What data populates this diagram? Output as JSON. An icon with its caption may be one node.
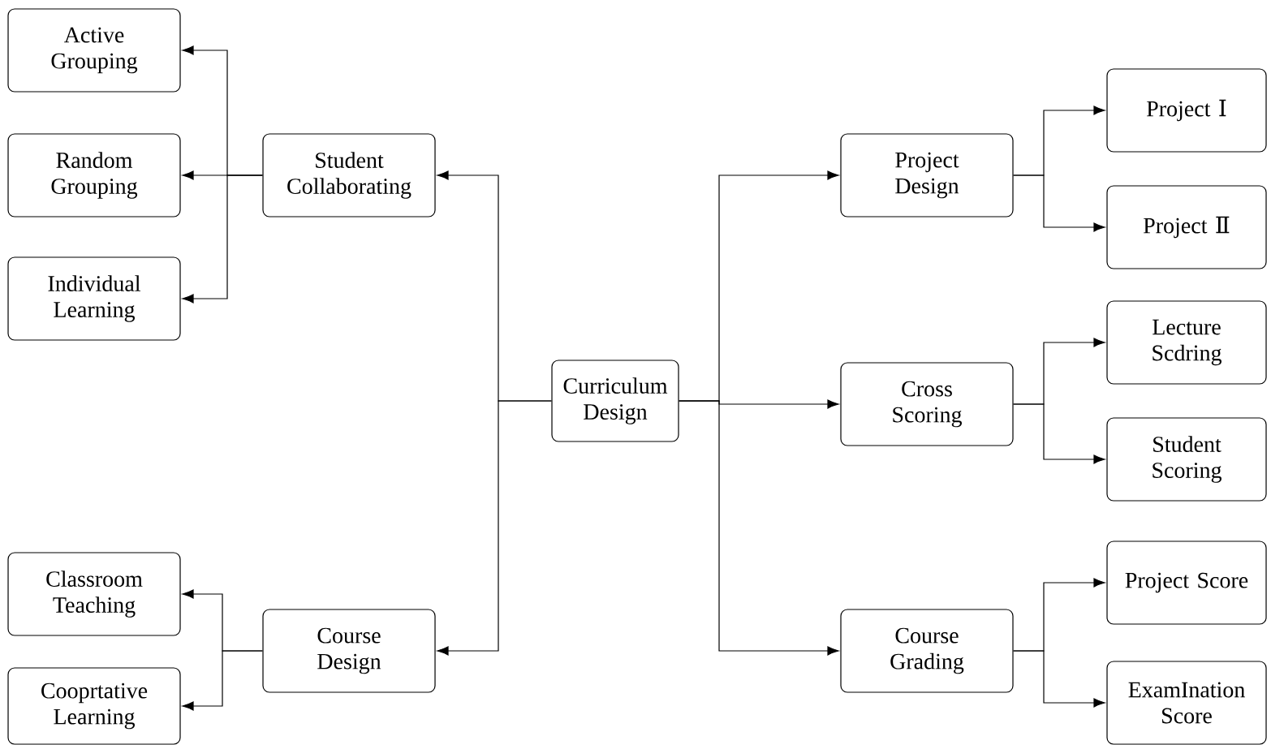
{
  "diagram": {
    "nodes": [
      {
        "text": [
          "Curriculum Design"
        ]
      },
      {
        "text": [
          "Student Collaborating"
        ]
      },
      {
        "text": [
          "Active Grouping"
        ]
      },
      {
        "text": [
          "Random Grouping"
        ]
      },
      {
        "text": [
          "Individual Learning"
        ]
      },
      {
        "text": [
          "Course Design"
        ]
      },
      {
        "text": [
          "Classroom Teaching"
        ]
      },
      {
        "text": [
          "Cooprtative Learning"
        ]
      },
      {
        "text": [
          "Project Design"
        ]
      },
      {
        "text": [
          "Project Ⅰ"
        ]
      },
      {
        "text": [
          "Project Ⅱ"
        ]
      },
      {
        "text": [
          "Cross Scoring"
        ]
      },
      {
        "text": [
          "Lecture Scdring"
        ]
      },
      {
        "text": [
          "Student Scoring"
        ]
      },
      {
        "text": [
          "Course Grading"
        ]
      },
      {
        "text": [
          "Project Score"
        ]
      },
      {
        "text": [
          "ExamInation Score"
        ]
      }
    ],
    "edges": [
      {
        "from": 0,
        "to": 1,
        "arrow": "to"
      },
      {
        "from": 0,
        "to": 5,
        "arrow": "to"
      },
      {
        "from": 0,
        "to": 8,
        "arrow": "to"
      },
      {
        "from": 0,
        "to": 11,
        "arrow": "to"
      },
      {
        "from": 0,
        "to": 14,
        "arrow": "to"
      },
      {
        "from": 1,
        "to": 2,
        "arrow": "to"
      },
      {
        "from": 1,
        "to": 3,
        "arrow": "to"
      },
      {
        "from": 1,
        "to": 4,
        "arrow": "to"
      },
      {
        "from": 5,
        "to": 6,
        "arrow": "to"
      },
      {
        "from": 5,
        "to": 7,
        "arrow": "to"
      },
      {
        "from": 8,
        "to": 9,
        "arrow": "to"
      },
      {
        "from": 8,
        "to": 10,
        "arrow": "to"
      },
      {
        "from": 11,
        "to": 12,
        "arrow": "to"
      },
      {
        "from": 11,
        "to": 13,
        "arrow": "to"
      },
      {
        "from": 14,
        "to": 15,
        "arrow": "to"
      },
      {
        "from": 14,
        "to": 16,
        "arrow": "to"
      }
    ]
  }
}
